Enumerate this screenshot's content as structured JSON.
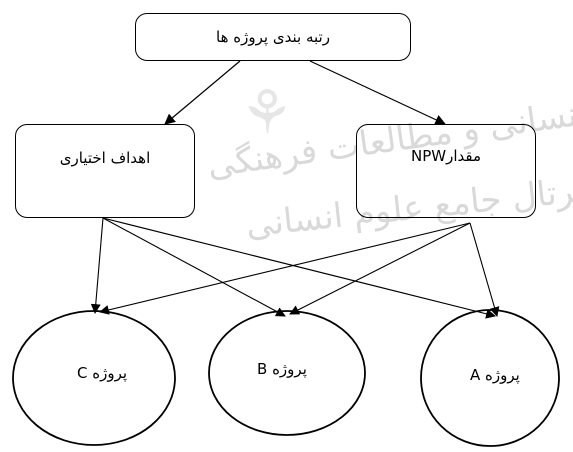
{
  "watermark": {
    "line1": "شگاه علوم انسانی و مطالعات فرهنگی",
    "line2": "پرتال جامع علوم انسانی",
    "emblem": "⚘"
  },
  "nodes": {
    "root": {
      "label": "رتبه بندی پروژه ها"
    },
    "criteria_left": {
      "label": "اهداف اختیاری"
    },
    "criteria_right": {
      "label": "مقدارNPW"
    }
  },
  "projects": {
    "c": {
      "label": "پروژه C"
    },
    "b": {
      "label": "پروژه B"
    },
    "a": {
      "label": "پروژه A"
    }
  },
  "colors": {
    "stroke": "#000000",
    "watermark": "#d9d9d9"
  }
}
